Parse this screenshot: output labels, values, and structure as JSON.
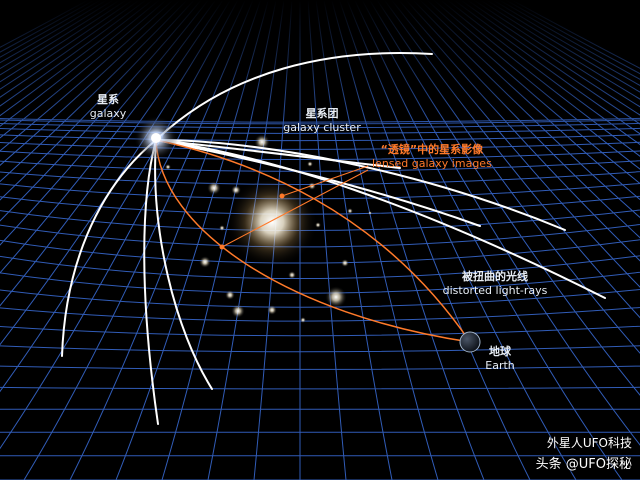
{
  "labels": {
    "galaxy": {
      "zh": "星系",
      "en": "galaxy"
    },
    "cluster": {
      "zh": "星系团",
      "en": "galaxy cluster"
    },
    "lensed": {
      "zh": "“透镜”中的星系影像",
      "en": "lensed galaxy images"
    },
    "rays": {
      "zh": "被扭曲的光线",
      "en": "distorted light-rays"
    },
    "earth": {
      "zh": "地球",
      "en": "Earth"
    }
  },
  "watermark": {
    "line1": "外星人UFO科技",
    "line2_prefix": "头条",
    "line2": "@UFO探秘"
  },
  "colors": {
    "background": "#000000",
    "grid": "#3a6dd8",
    "light_rays": "#ffffff",
    "lensed_paths": "#ff7a2a",
    "text": "#e8eef5"
  }
}
